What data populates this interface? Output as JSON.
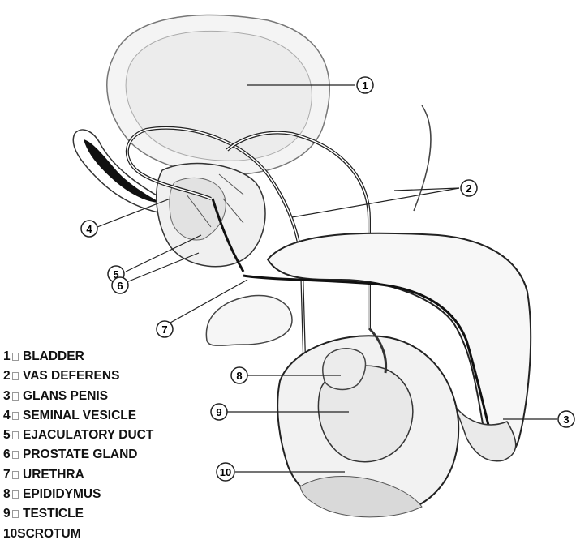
{
  "markers": [
    "1",
    "2",
    "3",
    "4",
    "5",
    "6",
    "7",
    "8",
    "9",
    "10"
  ],
  "legend": [
    {
      "num": "1",
      "label": "BLADDER"
    },
    {
      "num": "2",
      "label": "VAS DEFERENS"
    },
    {
      "num": "3",
      "label": "GLANS PENIS"
    },
    {
      "num": "4",
      "label": "SEMINAL VESICLE"
    },
    {
      "num": "5",
      "label": "EJACULATORY DUCT"
    },
    {
      "num": "6",
      "label": "PROSTATE GLAND"
    },
    {
      "num": "7",
      "label": "URETHRA"
    },
    {
      "num": "8",
      "label": "EPIDIDYMUS"
    },
    {
      "num": "9",
      "label": "TESTICLE"
    },
    {
      "num": "10",
      "label": "SCROTUM"
    }
  ]
}
